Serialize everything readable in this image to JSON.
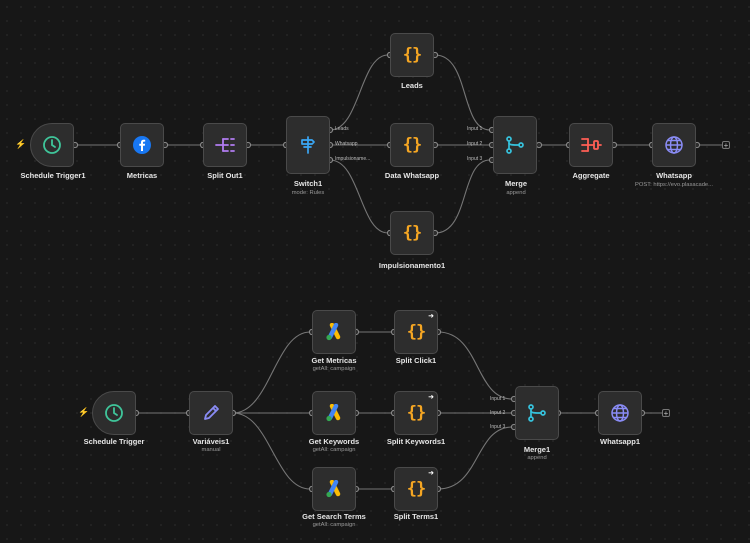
{
  "colors": {
    "background": "#171717",
    "node": "#2d2d2d",
    "wire": "#767676",
    "trigger_accent": "#ff6d5a",
    "code": "#f5a623",
    "split": "#b17cf0",
    "switch": "#3aa7f5",
    "merge": "#36c2dc",
    "aggregate": "#ff5f55",
    "http": "#8a8cf6",
    "schedule": "#3fc59a"
  },
  "workflow_a": {
    "schedule": {
      "title": "Schedule Trigger1",
      "icon": "clock-icon"
    },
    "metricas": {
      "title": "Metricas",
      "icon": "facebook-icon"
    },
    "split_out": {
      "title": "Split Out1",
      "icon": "split-out-icon"
    },
    "switch": {
      "title": "Switch1",
      "subtitle": "mode: Rules",
      "outputs": [
        "Leads",
        "Whatsapp",
        "Impulsioname..."
      ],
      "icon": "switch-icon"
    },
    "leads": {
      "title": "Leads",
      "icon": "code-braces-icon"
    },
    "data_whatsapp": {
      "title": "Data Whatsapp",
      "icon": "code-braces-icon"
    },
    "impulsionamento": {
      "title": "Impulsionamento1",
      "icon": "code-braces-icon"
    },
    "merge": {
      "title": "Merge",
      "subtitle": "append",
      "inputs": [
        "Input 1",
        "Input 2",
        "Input 3"
      ],
      "icon": "merge-icon"
    },
    "aggregate": {
      "title": "Aggregate",
      "icon": "aggregate-icon"
    },
    "whatsapp": {
      "title": "Whatsapp",
      "subtitle": "POST: https://evo.plasacade...",
      "icon": "globe-icon"
    }
  },
  "workflow_b": {
    "schedule": {
      "title": "Schedule Trigger",
      "icon": "clock-icon"
    },
    "variaveis": {
      "title": "Variáveis1",
      "subtitle": "manual",
      "icon": "pencil-icon"
    },
    "get_metricas": {
      "title": "Get Metricas",
      "subtitle": "getAll: campaign",
      "icon": "google-ads-icon"
    },
    "get_keywords": {
      "title": "Get Keywords",
      "subtitle": "getAll: campaign",
      "icon": "google-ads-icon"
    },
    "get_search_terms": {
      "title": "Get Search Terms",
      "subtitle": "getAll: campaign",
      "icon": "google-ads-icon"
    },
    "split_click": {
      "title": "Split Click1",
      "icon": "code-braces-icon"
    },
    "split_keywords": {
      "title": "Split Keywords1",
      "icon": "code-braces-icon"
    },
    "split_terms": {
      "title": "Split Terms1",
      "icon": "code-braces-icon"
    },
    "merge": {
      "title": "Merge1",
      "subtitle": "append",
      "inputs": [
        "Input 1",
        "Input 2",
        "Input 3"
      ],
      "icon": "merge-icon"
    },
    "whatsapp": {
      "title": "Whatsapp1",
      "icon": "globe-icon"
    }
  },
  "code_glyph": "{}",
  "bolt_glyph": "⚡",
  "plus_glyph": "+"
}
